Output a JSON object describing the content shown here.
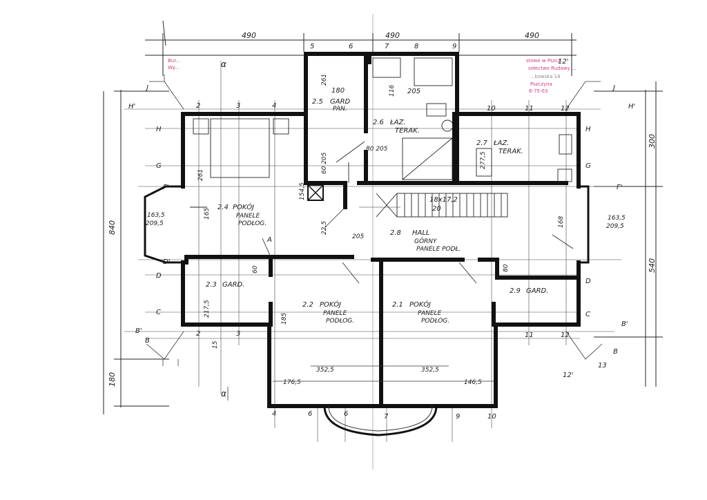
{
  "top_dimensions": [
    "490",
    "490",
    "490"
  ],
  "left_dimensions": [
    "840",
    "180"
  ],
  "right_dimensions": [
    "300",
    "540"
  ],
  "column_axes_top": [
    "5",
    "6",
    "7",
    "8",
    "9"
  ],
  "column_axes_row": [
    "2",
    "3",
    "4",
    "10",
    "11",
    "12"
  ],
  "column_axes_bottom": [
    "4",
    "6",
    "6",
    "7",
    "9",
    "10"
  ],
  "column_axes_lower": [
    "2",
    "3",
    "11",
    "12"
  ],
  "row_axes": [
    "J",
    "H'",
    "H",
    "G",
    "F'",
    "D'",
    "D",
    "C",
    "B'",
    "B"
  ],
  "rooms": [
    {
      "code": "2.5",
      "name": "GARD",
      "sub": "PAN.",
      "dims": "180"
    },
    {
      "code": "2.6",
      "name": "ŁAZ.",
      "sub": "TERAK.",
      "dims": "205"
    },
    {
      "code": "2.7",
      "name": "ŁAZ.",
      "sub": "TERAK.",
      "dims": ""
    },
    {
      "code": "2.4",
      "name": "POKÓJ",
      "sub": "PANELE",
      "sub2": "PODŁOG.",
      "dims": ""
    },
    {
      "code": "2.8",
      "name": "HALL",
      "sub": "GÓRNY",
      "sub2": "PANELE PODŁ.",
      "dims": ""
    },
    {
      "code": "2.3",
      "name": "GARD.",
      "sub": "",
      "dims": ""
    },
    {
      "code": "2.2",
      "name": "POKÓJ",
      "sub": "PANELE",
      "sub2": "PODŁOG.",
      "dims": ""
    },
    {
      "code": "2.1",
      "name": "POKÓJ",
      "sub": "PANELE",
      "sub2": "PODŁOG.",
      "dims": ""
    },
    {
      "code": "2.9",
      "name": "GARD.",
      "sub": "",
      "dims": ""
    }
  ],
  "stairs_label": "18x17,2",
  "stairs_sub": "20",
  "annotations": {
    "a261_left": "261",
    "a261_top": "261",
    "a80_205": "80 205",
    "a60_205": "60 205",
    "a205": "205",
    "a1545": "154,5",
    "a225": "22,5",
    "a165": "165",
    "a1635_l": "163,5",
    "a2095_l": "209,5",
    "a1635_r": "163,5",
    "a2095_r": "209,5",
    "a60": "60",
    "a80": "80",
    "a185": "185",
    "a2175": "217,5",
    "a15": "15",
    "a1765": "176,5",
    "a3525_l": "352,5",
    "a3525_r": "352,5",
    "a1465": "146,5",
    "a168": "168",
    "a2755": "277,5",
    "a116": "116"
  },
  "stamp_right": [
    "stowe w Pszcz...",
    "sołectwo Rudawy ...",
    "...kowska 14",
    "Pszczyna",
    "6-75-03"
  ],
  "stamp_left": [
    "Bur...",
    "Wy..."
  ],
  "greek_alpha_top": "α",
  "greek_alpha_bottom": "α",
  "letter_a": "A",
  "axis_12prime": "12'",
  "axis_13": "13",
  "colors": {
    "ink": "#111111",
    "stamp": "#d23b7a",
    "paper": "#ffffff"
  }
}
